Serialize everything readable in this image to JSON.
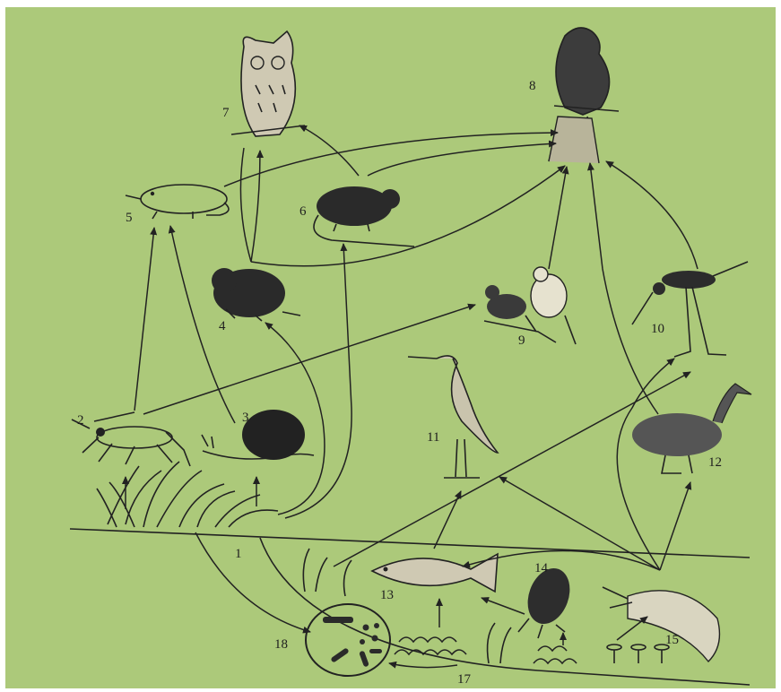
{
  "colors": {
    "background": "#acc97a",
    "ink": "#222222"
  },
  "labels": {
    "n1": "1",
    "n2": "2",
    "n3": "3",
    "n4": "4",
    "n5": "5",
    "n6": "6",
    "n7": "7",
    "n8": "8",
    "n9": "9",
    "n10": "10",
    "n11": "11",
    "n12": "12",
    "n13": "13",
    "n14": "14",
    "n15": "15",
    "n17": "17",
    "n18": "18"
  },
  "nodes": [
    {
      "id": "1",
      "icon": "grass-icon"
    },
    {
      "id": "2",
      "icon": "grasshopper-icon"
    },
    {
      "id": "3",
      "icon": "snail-icon"
    },
    {
      "id": "4",
      "icon": "vole-icon"
    },
    {
      "id": "5",
      "icon": "shrew-icon"
    },
    {
      "id": "6",
      "icon": "rat-icon"
    },
    {
      "id": "7",
      "icon": "owl-icon"
    },
    {
      "id": "8",
      "icon": "hawk-icon"
    },
    {
      "id": "9",
      "icon": "songbirds-icon"
    },
    {
      "id": "10",
      "icon": "stilt-icon"
    },
    {
      "id": "11",
      "icon": "heron-icon"
    },
    {
      "id": "12",
      "icon": "goose-icon"
    },
    {
      "id": "13",
      "icon": "fish-icon"
    },
    {
      "id": "14",
      "icon": "water-beetle-icon"
    },
    {
      "id": "15",
      "icon": "shrimp-icon"
    },
    {
      "id": "17",
      "icon": "algae-icon"
    },
    {
      "id": "18",
      "icon": "bacteria-icon"
    }
  ],
  "edges": [
    [
      "1",
      "2"
    ],
    [
      "1",
      "3"
    ],
    [
      "1",
      "4"
    ],
    [
      "1",
      "6"
    ],
    [
      "1",
      "18"
    ],
    [
      "2",
      "5"
    ],
    [
      "2",
      "9"
    ],
    [
      "3",
      "5"
    ],
    [
      "4",
      "7"
    ],
    [
      "4",
      "8"
    ],
    [
      "5",
      "8"
    ],
    [
      "6",
      "7"
    ],
    [
      "6",
      "8"
    ],
    [
      "9",
      "8"
    ],
    [
      "10",
      "8"
    ],
    [
      "12",
      "8"
    ],
    [
      "13",
      "11"
    ],
    [
      "13",
      "10"
    ],
    [
      "15",
      "13"
    ],
    [
      "15",
      "11"
    ],
    [
      "15",
      "12"
    ],
    [
      "15",
      "10"
    ],
    [
      "14",
      "13"
    ],
    [
      "17",
      "13"
    ],
    [
      "17",
      "14"
    ],
    [
      "17",
      "18"
    ]
  ]
}
